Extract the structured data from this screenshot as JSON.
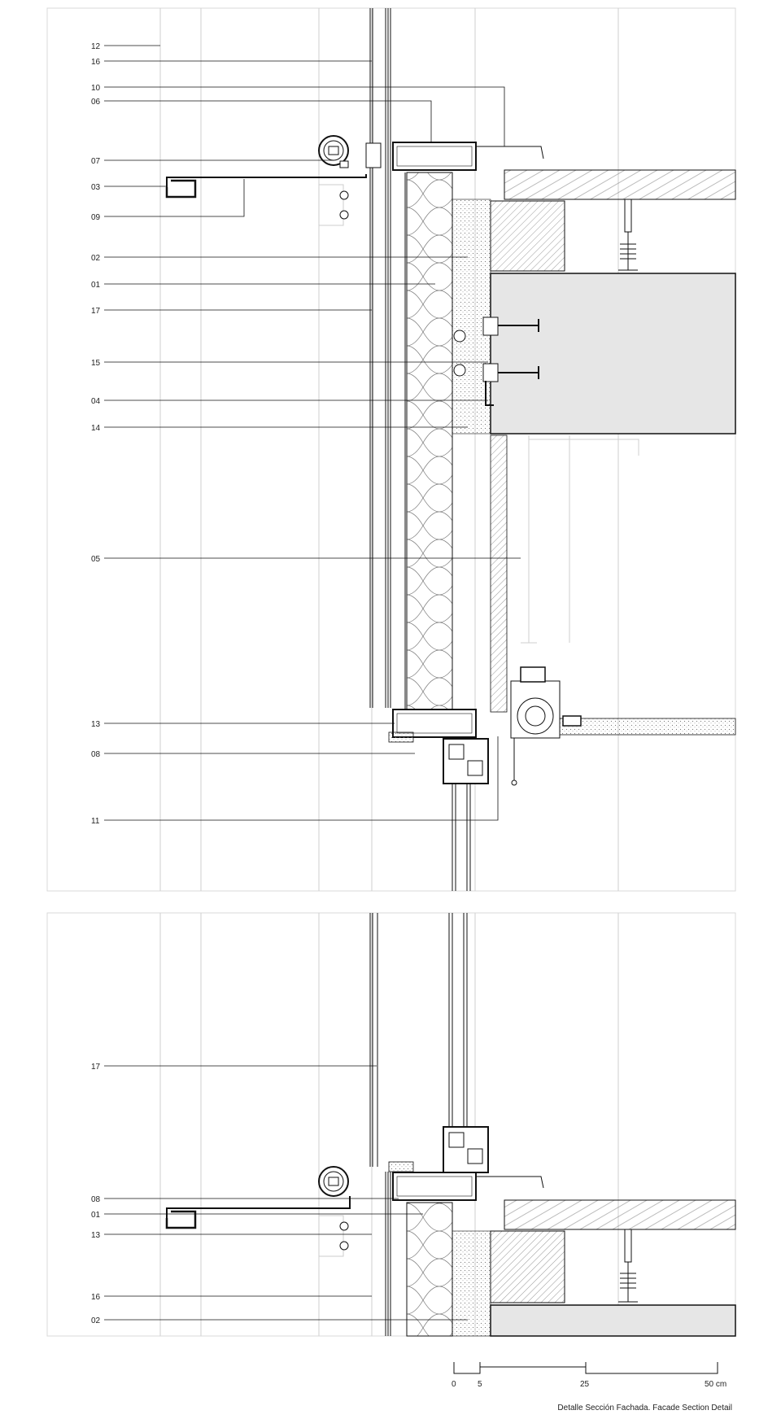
{
  "panels": [
    {
      "name": "upper-section",
      "callouts": [
        "12",
        "16",
        "10",
        "06",
        "07",
        "03",
        "09",
        "02",
        "01",
        "17",
        "15",
        "04",
        "14",
        "05",
        "13",
        "08",
        "11"
      ]
    },
    {
      "name": "lower-section",
      "callouts": [
        "17",
        "08",
        "01",
        "13",
        "16",
        "02"
      ]
    }
  ],
  "scale_bar": {
    "ticks": [
      "0",
      "5",
      "25",
      "50 cm"
    ]
  },
  "caption": "Detalle Sección Fachada. Facade Section Detail"
}
